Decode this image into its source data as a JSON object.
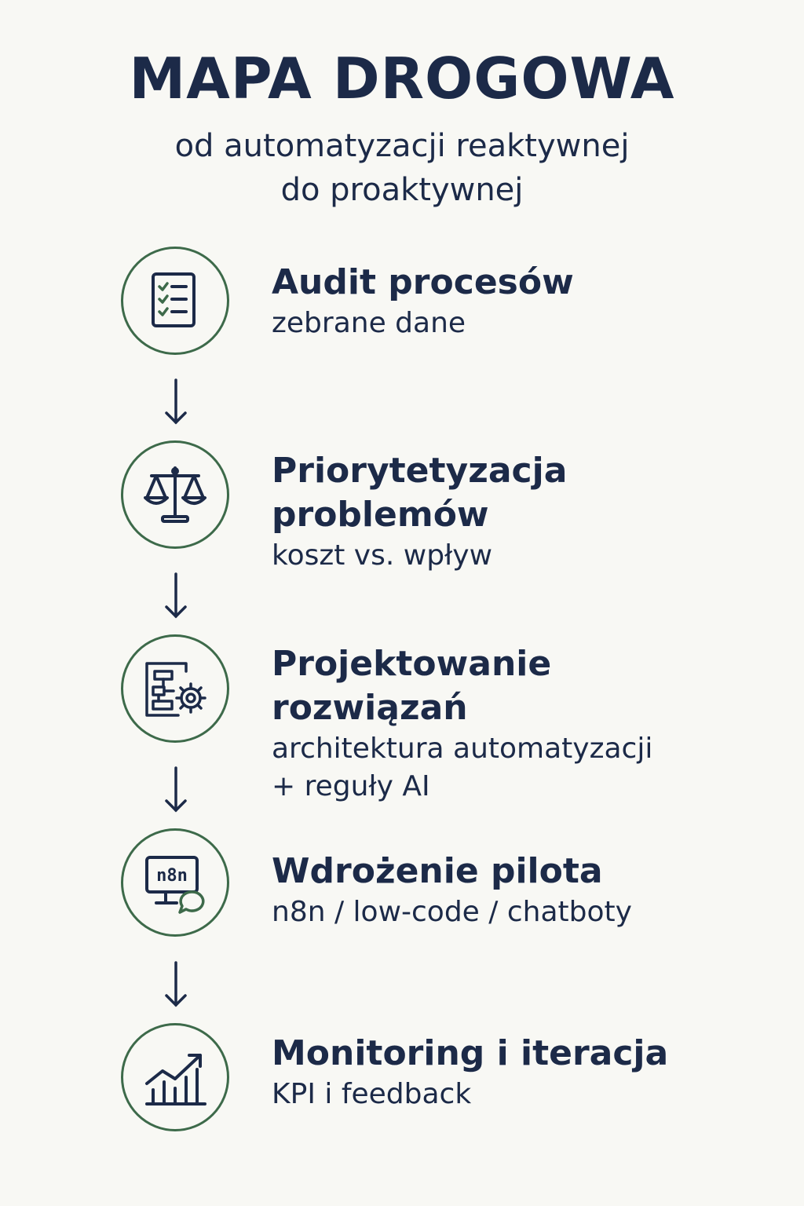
{
  "header": {
    "title": "MAPA DROGOWA",
    "subtitle_line1": "od automatyzacji reaktywnej",
    "subtitle_line2": "do proaktywnej"
  },
  "colors": {
    "text": "#1c2a48",
    "circle_border": "#3d6a4a",
    "icon_accent": "#3d6a4a",
    "background": "#f8f8f4"
  },
  "steps": [
    {
      "icon": "checklist-icon",
      "title_line1": "Audit procesów",
      "title_line2": "",
      "desc_line1": "zebrane dane",
      "desc_line2": ""
    },
    {
      "icon": "scales-icon",
      "title_line1": "Priorytetyzacja",
      "title_line2": "problemów",
      "desc_line1": "koszt vs. wpływ",
      "desc_line2": ""
    },
    {
      "icon": "flowchart-gear-icon",
      "title_line1": "Projektowanie",
      "title_line2": "rozwiązań",
      "desc_line1": "architektura automatyzacji",
      "desc_line2": "+ reguły AI"
    },
    {
      "icon": "monitor-chat-icon",
      "icon_label": "n8n",
      "title_line1": "Wdrożenie pilota",
      "title_line2": "",
      "desc_line1": "n8n / low-code / chatboty",
      "desc_line2": ""
    },
    {
      "icon": "growth-chart-icon",
      "title_line1": "Monitoring i iteracja",
      "title_line2": "",
      "desc_line1": "KPI i feedback",
      "desc_line2": ""
    }
  ]
}
